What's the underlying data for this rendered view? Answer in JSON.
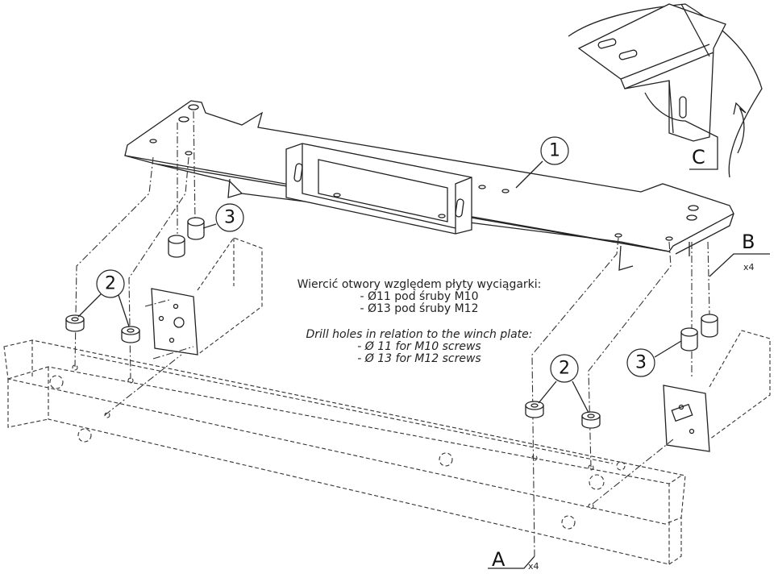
{
  "balloons": {
    "plate": "1",
    "spacer_left": "2",
    "spacer_right": "2",
    "bushing_left": "3",
    "bushing_right": "3"
  },
  "views": {
    "a_label": "A",
    "a_count": "x4",
    "b_label": "B",
    "b_count": "x4",
    "c_label": "C"
  },
  "notes": {
    "pl_title": "Wiercić otwory względem płyty wyciągarki:",
    "pl_line1": "- Ø11 pod śruby M10",
    "pl_line2": "- Ø13 pod śruby M12",
    "en_title": "Drill holes in relation to the winch plate:",
    "en_line1": "- Ø  11 for M10 screws",
    "en_line2": "- Ø  13 for M12 screws"
  }
}
